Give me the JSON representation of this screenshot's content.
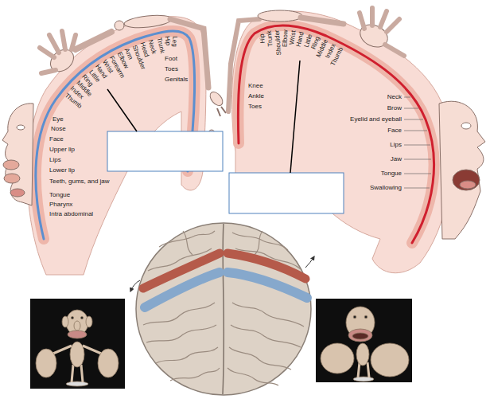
{
  "diagram": {
    "labels": [
      "Genitals",
      "Toes",
      "Foot",
      "Leg",
      "Hip",
      "Trunk",
      "Neck",
      "Head",
      "Shoulder",
      "Arm",
      "Elbow",
      "Forearm",
      "Wrist",
      "Hand",
      "Little",
      "Ring",
      "Middle",
      "Index",
      "Thumb",
      "Eye",
      "Nose",
      "Face",
      "Upper lip",
      "Lips",
      "Lower lip",
      "Teeth, gums, and jaw",
      "Tongue",
      "Pharynx",
      "Intra abdominal",
      "Hip",
      "Trunk",
      "Shoulder",
      "Elbow",
      "Wrist",
      "Hand",
      "Little",
      "Ring",
      "Middle",
      "Index",
      "Thumb",
      "Neck",
      "Brow",
      "Eyelid and eyeball",
      "Face",
      "Lips",
      "Jaw",
      "Tongue",
      "Swallowing",
      "Knee",
      "Ankle",
      "Toes"
    ]
  }
}
